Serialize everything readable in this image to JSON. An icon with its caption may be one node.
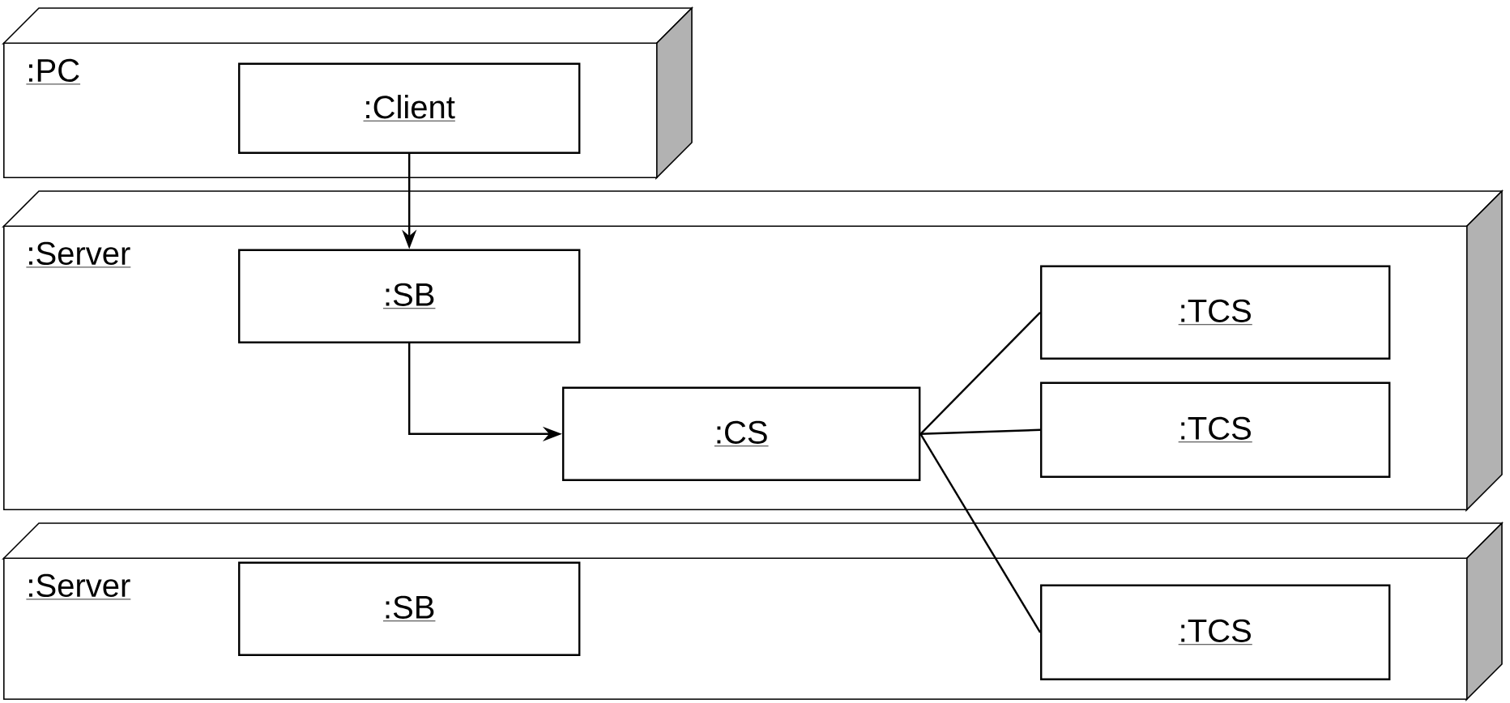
{
  "diagram": {
    "nodes": [
      {
        "text": [
          ":PC"
        ]
      },
      {
        "text": [
          ":Client"
        ],
        "in": 0
      },
      {
        "text": [
          ":Server"
        ]
      },
      {
        "text": [
          ":SB"
        ],
        "in": 2
      },
      {
        "text": [
          ":TCS"
        ],
        "in": 2
      },
      {
        "text": [
          ":CS"
        ],
        "in": 2
      },
      {
        "text": [
          ":TCS"
        ],
        "in": 2
      },
      {
        "text": [
          ":Server"
        ]
      },
      {
        "text": [
          ":SB"
        ],
        "in": 7
      },
      {
        "text": [
          ":TCS"
        ],
        "in": 7
      }
    ],
    "edges": [
      {
        "from": 1,
        "to": 3,
        "arrow": "to"
      },
      {
        "from": 3,
        "to": 5,
        "arrow": "to"
      },
      {
        "from": 5,
        "to": 4,
        "arrow": "none"
      },
      {
        "from": 5,
        "to": 6,
        "arrow": "none"
      },
      {
        "from": 5,
        "to": 9,
        "arrow": "none"
      }
    ]
  }
}
